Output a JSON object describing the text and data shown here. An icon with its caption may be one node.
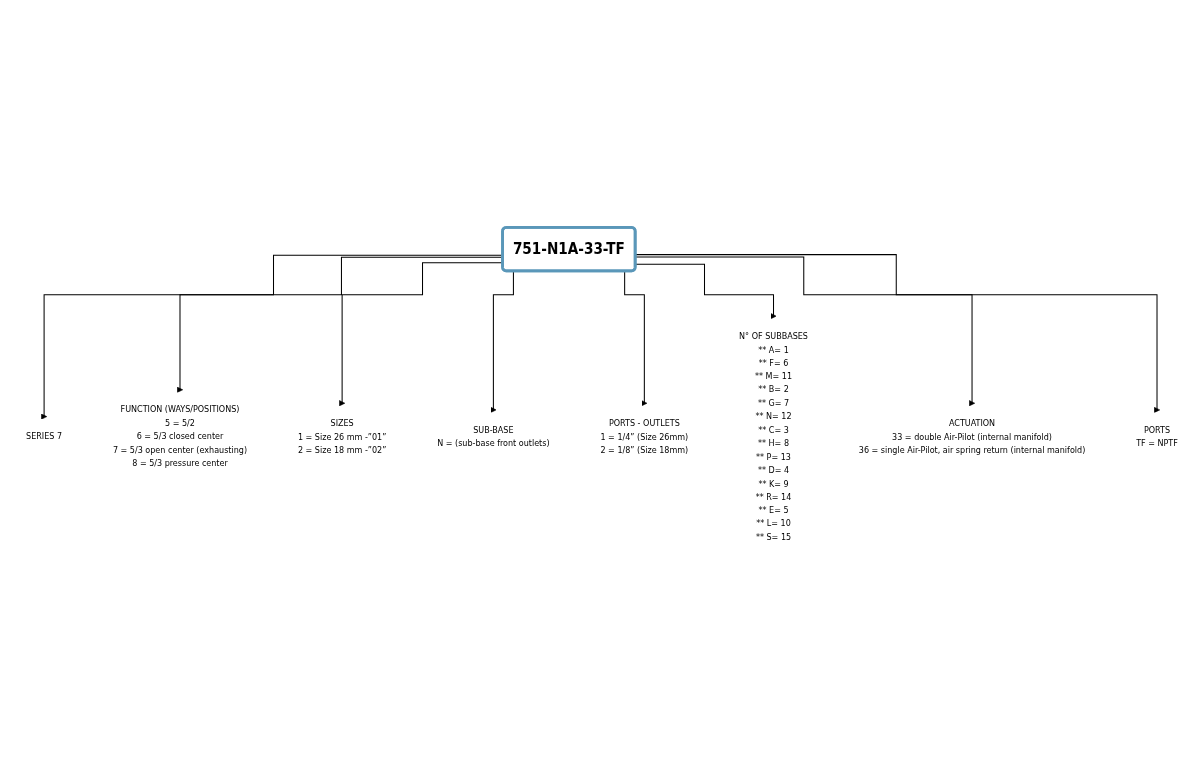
{
  "diagram": {
    "nodes": [
      {
        "text": [
          "751-N1A-33-TF"
        ]
      },
      {
        "text": [
          "SERIES 7"
        ]
      },
      {
        "text": [
          "FUNCTION (WAYS/POSITIONS)",
          "5 = 5/2",
          "6 = 5/3 closed center",
          "7 = 5/3 open center (exhausting)",
          "8 = 5/3 pressure center"
        ]
      },
      {
        "text": [
          "SIZES",
          "1 = Size 26 mm -”01”",
          "2 = Size 18 mm -”02”"
        ]
      },
      {
        "text": [
          "SUB-BASE",
          "N = (sub-base front outlets)"
        ]
      },
      {
        "text": [
          "PORTS - OUTLETS",
          "1 = 1/4” (Size 26mm)",
          "2 = 1/8” (Size 18mm)"
        ]
      },
      {
        "text": [
          "N° OF SUBBASES",
          "** A= 1",
          "** F= 6",
          "** M= 11",
          "** B= 2",
          "** G= 7",
          "** N= 12",
          "** C= 3",
          "** H= 8",
          "** P= 13",
          "** D= 4",
          "** K= 9",
          "** R= 14",
          "** E= 5",
          "** L= 10",
          "** S= 15"
        ]
      },
      {
        "text": [
          "ACTUATION",
          "33 = double Air-Pilot (internal manifold)",
          "36 = single Air-Pilot, air spring return (internal manifold)"
        ]
      },
      {
        "text": [
          "PORTS",
          "TF = NPTF"
        ]
      }
    ],
    "edges": [
      {
        "from": 0,
        "to": 1,
        "arrow": "to"
      },
      {
        "from": 0,
        "to": 2,
        "arrow": "to"
      },
      {
        "from": 0,
        "to": 3,
        "arrow": "to"
      },
      {
        "from": 0,
        "to": 4,
        "arrow": "to"
      },
      {
        "from": 0,
        "to": 5,
        "arrow": "to"
      },
      {
        "from": 0,
        "to": 6,
        "arrow": "to"
      },
      {
        "from": 0,
        "to": 7,
        "arrow": "to"
      },
      {
        "from": 0,
        "to": 8,
        "arrow": "to"
      }
    ]
  }
}
